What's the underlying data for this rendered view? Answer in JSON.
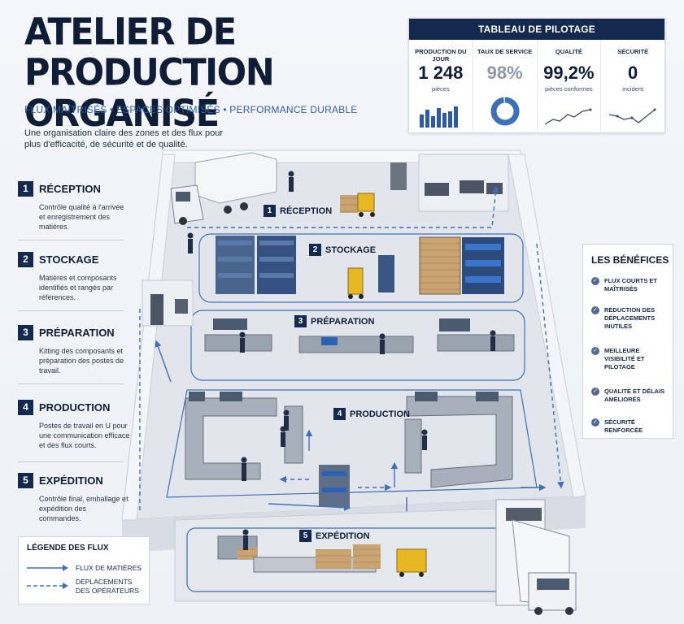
{
  "header": {
    "title_line1": "ATELIER DE PRODUCTION",
    "title_line2": "ORGANISÉ",
    "subtitle": "FLUX MAÎTRISÉS • ESPACES OPTIMISÉS • PERFORMANCE DURABLE",
    "intro": "Une organisation claire des zones et des flux pour plus d'efficacité, de sécurité et de qualité."
  },
  "dashboard": {
    "title": "TABLEAU DE PILOTAGE",
    "kpis": [
      {
        "label": "PRODUCTION DU JOUR",
        "value": "1 248",
        "unit": "pièces"
      },
      {
        "label": "TAUX DE SERVICE",
        "value": "98%",
        "unit": "",
        "gauge": 0.98
      },
      {
        "label": "QUALITÉ",
        "value": "99,2%",
        "unit": "pièces conformes"
      },
      {
        "label": "SÉCURITÉ",
        "value": "0",
        "unit": "incident"
      }
    ]
  },
  "steps": [
    {
      "num": "1",
      "title": "RÉCEPTION",
      "desc": "Contrôle qualité à l'arrivée et enregistrement des matières."
    },
    {
      "num": "2",
      "title": "STOCKAGE",
      "desc": "Matières et composants identifiés et rangés par références."
    },
    {
      "num": "3",
      "title": "PRÉPARATION",
      "desc": "Kitting des composants et préparation des postes de travail."
    },
    {
      "num": "4",
      "title": "PRODUCTION",
      "desc": "Postes de travail en U pour une communication efficace et des flux courts."
    },
    {
      "num": "5",
      "title": "EXPÉDITION",
      "desc": "Contrôle final, emballage et expédition des commandes."
    }
  ],
  "legend": {
    "title": "LÉGENDE DES FLUX",
    "items": [
      {
        "label": "FLUX DE MATIÈRES",
        "style": "solid"
      },
      {
        "label": "DÉPLACEMENTS DES OPÉRATEURS",
        "style": "dashed"
      }
    ]
  },
  "benefits": {
    "title": "LES BÉNÉFICES",
    "items": [
      "FLUX COURTS ET MAÎTRISÉS",
      "RÉDUCTION DES DÉPLACEMENTS INUTILES",
      "MEILLEURE VISIBILITÉ ET PILOTAGE",
      "QUALITÉ ET DÉLAIS AMÉLIORÉS",
      "SÉCURITÉ RENFORCÉE"
    ]
  },
  "zones": [
    {
      "num": "1",
      "label": "RÉCEPTION"
    },
    {
      "num": "2",
      "label": "STOCKAGE"
    },
    {
      "num": "3",
      "label": "PRÉPARATION"
    },
    {
      "num": "4",
      "label": "PRODUCTION"
    },
    {
      "num": "5",
      "label": "EXPÉDITION"
    }
  ],
  "colors": {
    "navy": "#13294e",
    "flow_blue": "#3f6fb5",
    "floor": "#e6e9ee",
    "wall": "#f7f8fa",
    "forklift_yellow": "#e8b824",
    "shelf_blue": "#2c4a7c"
  }
}
